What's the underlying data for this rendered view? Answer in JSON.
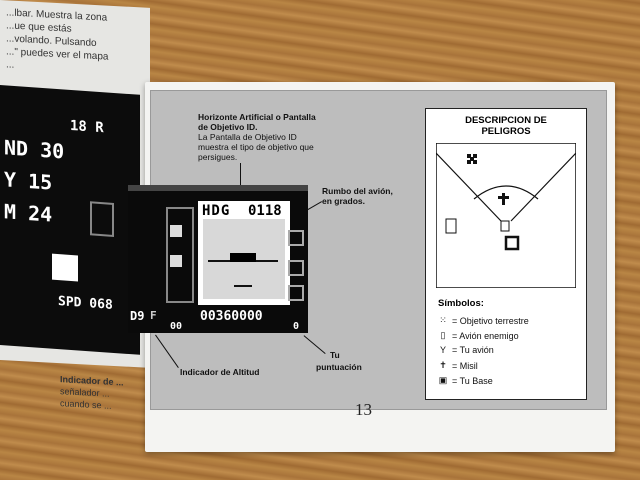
{
  "page": {
    "number": "13"
  },
  "left_page": {
    "line1": "...lbar. Muestra la zona",
    "line2": "...ue que estás",
    "line3": "...volando. Pulsando",
    "line4": "...\" puedes ver el mapa",
    "line5": "...",
    "bottom1": "Indicador de ...",
    "bottom2": "señalador ...",
    "bottom3": "cuando se ..."
  },
  "left_screen": {
    "row1": "ND 30",
    "row2": "Y 15",
    "row3": "M 24",
    "speed": "SPD 068",
    "top": "18  R"
  },
  "callouts": {
    "horizon_title_1": "Horizonte Artificial o Pantalla",
    "horizon_title_2": "de Objetivo ID.",
    "horizon_desc_1": "La Pantalla de Objetivo ID",
    "horizon_desc_2": "muestra el tipo de objetivo que",
    "horizon_desc_3": "persigues.",
    "heading_1": "Rumbo del avión,",
    "heading_2": "en grados.",
    "altitude": "Indicador de Altitud",
    "score_1": "Tu",
    "score_2": "puntuación"
  },
  "screen": {
    "hdg_label": "HDG",
    "hdg_value": "0118",
    "score": "00360000",
    "altitude": "D9",
    "altitude_suffix": "F",
    "counter": "00",
    "right_digit": "0"
  },
  "hazards": {
    "title_1": "DESCRIPCION DE",
    "title_2": "PELIGROS",
    "symbols_heading": "Símbolos:",
    "symbols": [
      {
        "glyph": "⁙",
        "label": "= Objetivo terrestre"
      },
      {
        "glyph": "▯",
        "label": "= Avión enemigo"
      },
      {
        "glyph": "Y",
        "label": "= Tu avión"
      },
      {
        "glyph": "✝",
        "label": "= Misil"
      },
      {
        "glyph": "▣",
        "label": "= Tu Base"
      }
    ]
  }
}
